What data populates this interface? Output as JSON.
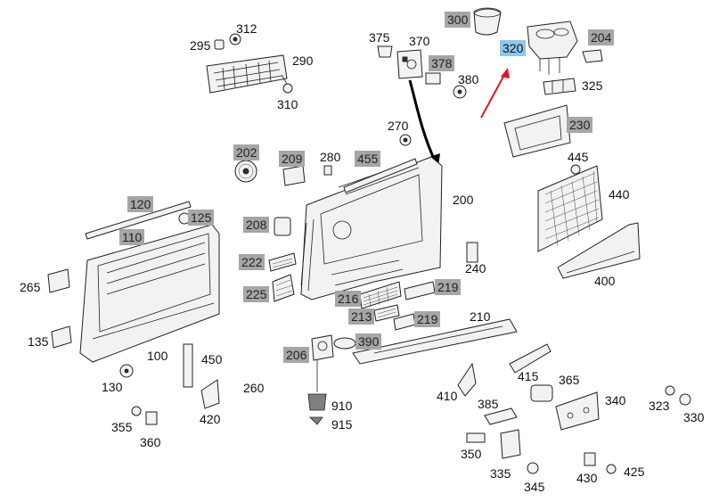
{
  "diagram": {
    "highlight_color": "#8cc8ee",
    "grey_label_color": "#a6a6a6",
    "arrow_color": "#e8141c",
    "labels": [
      {
        "id": "312",
        "text": "312",
        "style": "plain"
      },
      {
        "id": "295",
        "text": "295",
        "style": "plain"
      },
      {
        "id": "290",
        "text": "290",
        "style": "plain"
      },
      {
        "id": "310",
        "text": "310",
        "style": "plain"
      },
      {
        "id": "375",
        "text": "375",
        "style": "plain"
      },
      {
        "id": "370",
        "text": "370",
        "style": "plain"
      },
      {
        "id": "378",
        "text": "378",
        "style": "grey"
      },
      {
        "id": "380",
        "text": "380",
        "style": "plain"
      },
      {
        "id": "300",
        "text": "300",
        "style": "grey"
      },
      {
        "id": "320",
        "text": "320",
        "style": "highlight"
      },
      {
        "id": "204",
        "text": "204",
        "style": "grey"
      },
      {
        "id": "325",
        "text": "325",
        "style": "plain"
      },
      {
        "id": "230",
        "text": "230",
        "style": "grey"
      },
      {
        "id": "270",
        "text": "270",
        "style": "plain"
      },
      {
        "id": "202",
        "text": "202",
        "style": "grey"
      },
      {
        "id": "209",
        "text": "209",
        "style": "grey"
      },
      {
        "id": "280",
        "text": "280",
        "style": "plain"
      },
      {
        "id": "455",
        "text": "455",
        "style": "grey"
      },
      {
        "id": "445",
        "text": "445",
        "style": "plain"
      },
      {
        "id": "440",
        "text": "440",
        "style": "plain"
      },
      {
        "id": "200",
        "text": "200",
        "style": "plain"
      },
      {
        "id": "120",
        "text": "120",
        "style": "grey"
      },
      {
        "id": "125",
        "text": "125",
        "style": "grey"
      },
      {
        "id": "110",
        "text": "110",
        "style": "grey"
      },
      {
        "id": "208",
        "text": "208",
        "style": "grey"
      },
      {
        "id": "222",
        "text": "222",
        "style": "grey"
      },
      {
        "id": "225",
        "text": "225",
        "style": "grey"
      },
      {
        "id": "240",
        "text": "240",
        "style": "plain"
      },
      {
        "id": "265",
        "text": "265",
        "style": "plain"
      },
      {
        "id": "216",
        "text": "216",
        "style": "grey"
      },
      {
        "id": "219a",
        "text": "219",
        "style": "grey"
      },
      {
        "id": "400",
        "text": "400",
        "style": "plain"
      },
      {
        "id": "213",
        "text": "213",
        "style": "grey"
      },
      {
        "id": "219b",
        "text": "219",
        "style": "grey"
      },
      {
        "id": "210",
        "text": "210",
        "style": "plain"
      },
      {
        "id": "135",
        "text": "135",
        "style": "plain"
      },
      {
        "id": "390",
        "text": "390",
        "style": "grey"
      },
      {
        "id": "206",
        "text": "206",
        "style": "grey"
      },
      {
        "id": "100",
        "text": "100",
        "style": "plain"
      },
      {
        "id": "450",
        "text": "450",
        "style": "plain"
      },
      {
        "id": "415",
        "text": "415",
        "style": "plain"
      },
      {
        "id": "130",
        "text": "130",
        "style": "plain"
      },
      {
        "id": "260",
        "text": "260",
        "style": "plain"
      },
      {
        "id": "365",
        "text": "365",
        "style": "plain"
      },
      {
        "id": "410",
        "text": "410",
        "style": "plain"
      },
      {
        "id": "385",
        "text": "385",
        "style": "plain"
      },
      {
        "id": "340",
        "text": "340",
        "style": "plain"
      },
      {
        "id": "323",
        "text": "323",
        "style": "plain"
      },
      {
        "id": "910",
        "text": "910",
        "style": "plain"
      },
      {
        "id": "420",
        "text": "420",
        "style": "plain"
      },
      {
        "id": "330",
        "text": "330",
        "style": "plain"
      },
      {
        "id": "355",
        "text": "355",
        "style": "plain"
      },
      {
        "id": "915",
        "text": "915",
        "style": "plain"
      },
      {
        "id": "360",
        "text": "360",
        "style": "plain"
      },
      {
        "id": "350",
        "text": "350",
        "style": "plain"
      },
      {
        "id": "335",
        "text": "335",
        "style": "plain"
      },
      {
        "id": "430",
        "text": "430",
        "style": "plain"
      },
      {
        "id": "425",
        "text": "425",
        "style": "plain"
      },
      {
        "id": "345",
        "text": "345",
        "style": "plain"
      }
    ]
  }
}
